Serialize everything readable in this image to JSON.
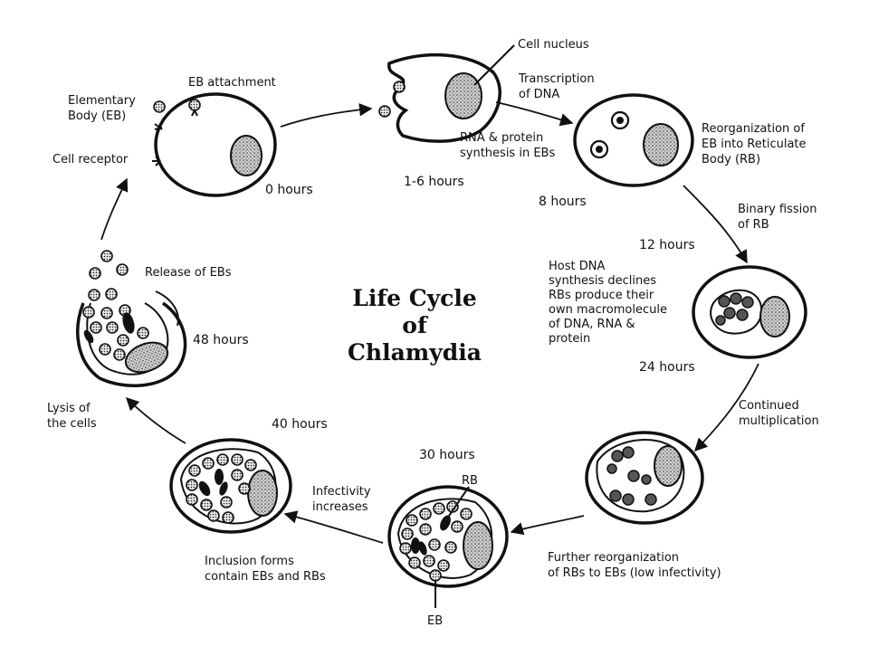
{
  "title": {
    "line1": "Life Cycle",
    "line2": "of",
    "line3": "Chlamydia"
  },
  "time_labels": {
    "h0": "0 hours",
    "h1_6": "1-6 hours",
    "h8": "8 hours",
    "h12": "12 hours",
    "h24": "24 hours",
    "h30": "30 hours",
    "h40": "40 hours",
    "h48": "48 hours"
  },
  "annotations": {
    "elementary_body": [
      "Elementary",
      "Body (EB)"
    ],
    "eb_attachment": "EB attachment",
    "cell_receptor": "Cell receptor",
    "cell_nucleus": "Cell nucleus",
    "transcription": [
      "Transcription",
      "of DNA"
    ],
    "rna_protein": [
      "RNA & protein",
      "synthesis in EBs"
    ],
    "reorganization": [
      "Reorganization of",
      "EB into Reticulate",
      "Body (RB)"
    ],
    "binary_fission": [
      "Binary fission",
      "of RB"
    ],
    "host_dna": [
      "Host DNA",
      "synthesis declines",
      "RBs produce their",
      "own macromolecule",
      "of DNA, RNA &",
      "protein"
    ],
    "continued_multiplication": [
      "Continued",
      "multiplication"
    ],
    "further_reorganization": [
      "Further reorganization",
      "of RBs to EBs (low infectivity)"
    ],
    "rb_label": "RB",
    "eb_label": "EB",
    "infectivity": [
      "Infectivity",
      "increases"
    ],
    "inclusion_forms": [
      "Inclusion forms",
      "contain EBs and RBs"
    ],
    "lysis": [
      "Lysis of",
      "the cells"
    ],
    "release": "Release of EBs"
  }
}
